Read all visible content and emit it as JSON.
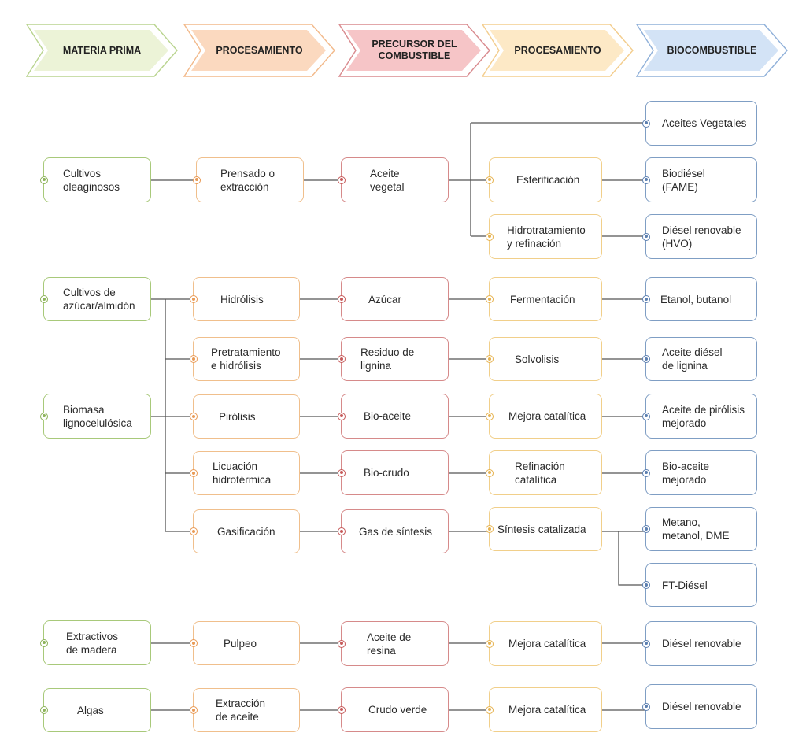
{
  "colors": {
    "materia_prima": "#a8c97a",
    "procesamiento_1": "#f0bf8c",
    "precursor": "#d68a8a",
    "procesamiento_2": "#f1cf8a",
    "biocombustible": "#7f9ec4",
    "line": "#555555"
  },
  "headers": [
    {
      "label": "MATERIA PRIMA",
      "fill": "#ecf3d7",
      "stroke": "#b9d48f"
    },
    {
      "label": "PROCESAMIENTO",
      "fill": "#fbd9bf",
      "stroke": "#f2b98a"
    },
    {
      "label": "PRECURSOR DEL\nCOMBUSTIBLE",
      "fill": "#f6c5c7",
      "stroke": "#d98a8e"
    },
    {
      "label": "PROCESAMIENTO",
      "fill": "#fde9c6",
      "stroke": "#f3cd8d"
    },
    {
      "label": "BIOCOMBUSTIBLE",
      "fill": "#d3e3f6",
      "stroke": "#8fb0d9"
    }
  ],
  "nodes": {
    "raw_oleaginosos": "Cultivos\noleaginosos",
    "raw_azucar": "Cultivos de\nazúcar/almidón",
    "raw_biomasa": "Biomasa\nlignocelulósica",
    "raw_extractivos": "Extractivos\nde madera",
    "raw_algas": "Algas",
    "p1_prensado": "Prensado o\nextracción",
    "p1_hidrolisis": "Hidrólisis",
    "p1_pretratamiento": "Pretratamiento\ne hidrólisis",
    "p1_pirolisis": "Pirólisis",
    "p1_licuacion": "Licuación\nhidrotérmica",
    "p1_gasificacion": "Gasificación",
    "p1_pulpeo": "Pulpeo",
    "p1_extraccion": "Extracción\nde aceite",
    "pc_aceite_vegetal": "Aceite\nvegetal",
    "pc_azucar": "Azúcar",
    "pc_residuo": "Residuo de\nlignina",
    "pc_bioaceite": "Bio-aceite",
    "pc_biocrudo": "Bio-crudo",
    "pc_gas": "Gas de síntesis",
    "pc_resina": "Aceite de\nresina",
    "pc_crudo_verde": "Crudo verde",
    "p2_esterificacion": "Esterificación",
    "p2_hidrotratamiento": "Hidrotratamiento\ny refinación",
    "p2_fermentacion": "Fermentación",
    "p2_solvolisis": "Solvolisis",
    "p2_mejora1": "Mejora catalítica",
    "p2_refinacion": "Refinación\ncatalítica",
    "p2_sintesis": "Síntesis catalizada",
    "p2_mejora2": "Mejora catalítica",
    "p2_mejora3": "Mejora catalítica",
    "bf_aceites_vegetales": "Aceites Vegetales",
    "bf_biodiesel": "Biodiésel\n(FAME)",
    "bf_diesel_hvo": "Diésel renovable\n(HVO)",
    "bf_etanol": "Etanol, butanol",
    "bf_aceite_diesel_lignina": "Aceite diésel\nde lignina",
    "bf_aceite_pirolisis": "Aceite de pirólisis\nmejorado",
    "bf_bioaceite_mejorado": "Bio-aceite\nmejorado",
    "bf_metano": "Metano,\nmetanol, DME",
    "bf_ft_diesel": "FT-Diésel",
    "bf_diesel_1": "Diésel renovable",
    "bf_diesel_2": "Diésel renovable"
  }
}
